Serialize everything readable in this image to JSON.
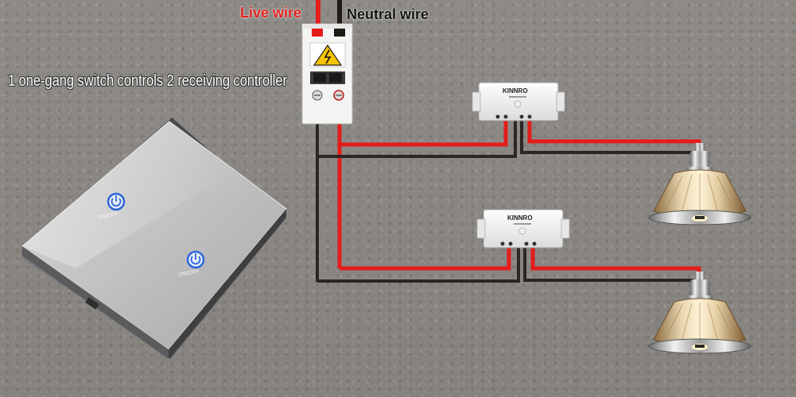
{
  "labels": {
    "live_wire": "Live wire",
    "neutral_wire": "Neutral wire",
    "title": "1 one-gang switch controls 2 receiving controller"
  },
  "switch_panel": {
    "button_1_label": "ON/OFF",
    "button_2_label": "ON/OFF"
  },
  "receivers": {
    "top_brand": "KINNRO",
    "bottom_brand": "KINNRO"
  },
  "colors": {
    "live": "#e41d1b",
    "neutral": "#2a2624",
    "breaker_body": "#f4f4f2",
    "panel_glass": "#bdbdbe",
    "touch_blue": "#2d66d9"
  }
}
